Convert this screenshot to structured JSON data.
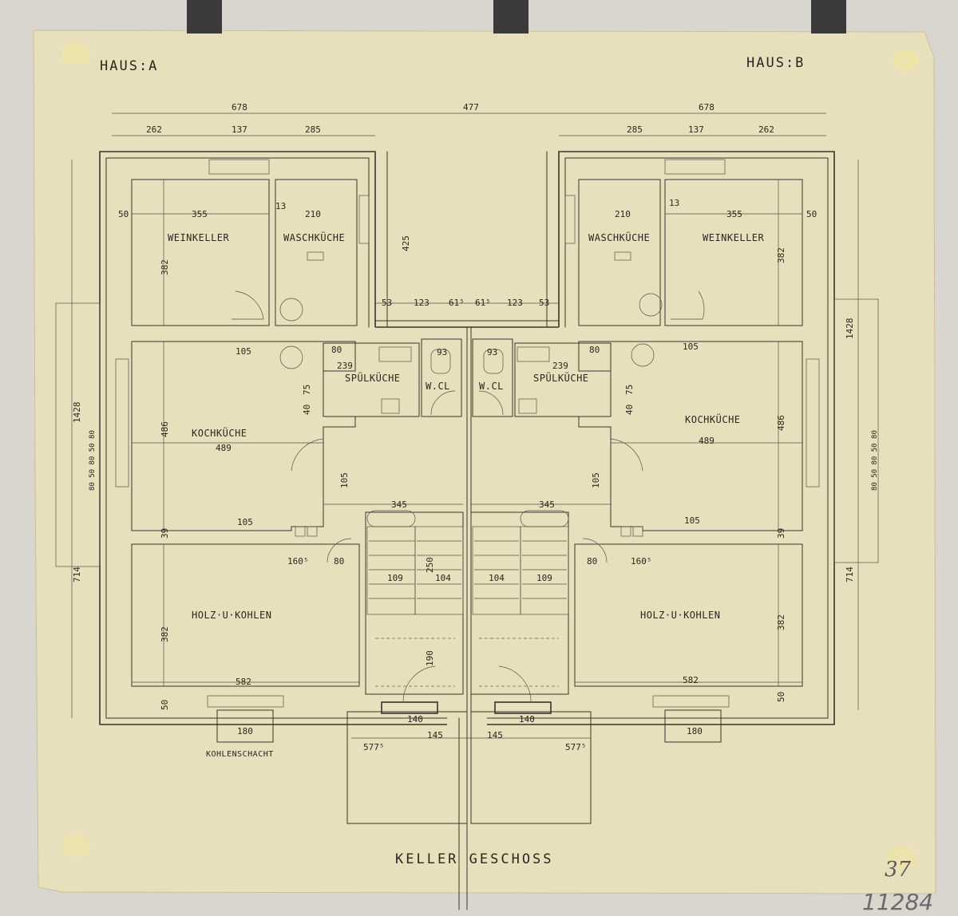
{
  "headers": {
    "house_a": "HAUS:A",
    "house_b": "HAUS:B"
  },
  "title": "KELLER GESCHOSS",
  "page_number": "37",
  "archive_number": "11284",
  "rooms": {
    "weinkeller": "WEINKELLER",
    "waschkuche": "WASCHKÜCHE",
    "spulkuche": "SPÜLKÜCHE",
    "kochkuche": "KOCHKÜCHE",
    "holz_kohlen": "HOLZ·U·KOHLEN",
    "wc": "W.CL",
    "kohlenschacht": "KOHLENSCHACHT"
  },
  "dimensions": {
    "d678": "678",
    "d477": "477",
    "d262": "262",
    "d137": "137",
    "d285": "285",
    "d355": "355",
    "d210": "210",
    "d50": "50",
    "d13": "13",
    "d382": "382",
    "d425": "425",
    "d53": "53",
    "d123": "123",
    "d615": "61⁵",
    "d39": "39",
    "d105": "105",
    "d80": "80",
    "d93": "93",
    "d239": "239",
    "d75": "75",
    "d40": "40",
    "d486": "486",
    "d489": "489",
    "d1428": "1428",
    "d714": "714",
    "d345": "345",
    "d1605": "160⁵",
    "d109": "109",
    "d104": "104",
    "d250": "250",
    "d190": "190",
    "d582": "582",
    "d180": "180",
    "d140": "140",
    "d145": "145",
    "d5775": "577⁵",
    "dstack": "80 50 80 50 80"
  },
  "colors": {
    "paper": "#e8e0bc",
    "ink": "#3a342c",
    "tape": "#3a3a3a",
    "background": "#d9d6cf"
  }
}
